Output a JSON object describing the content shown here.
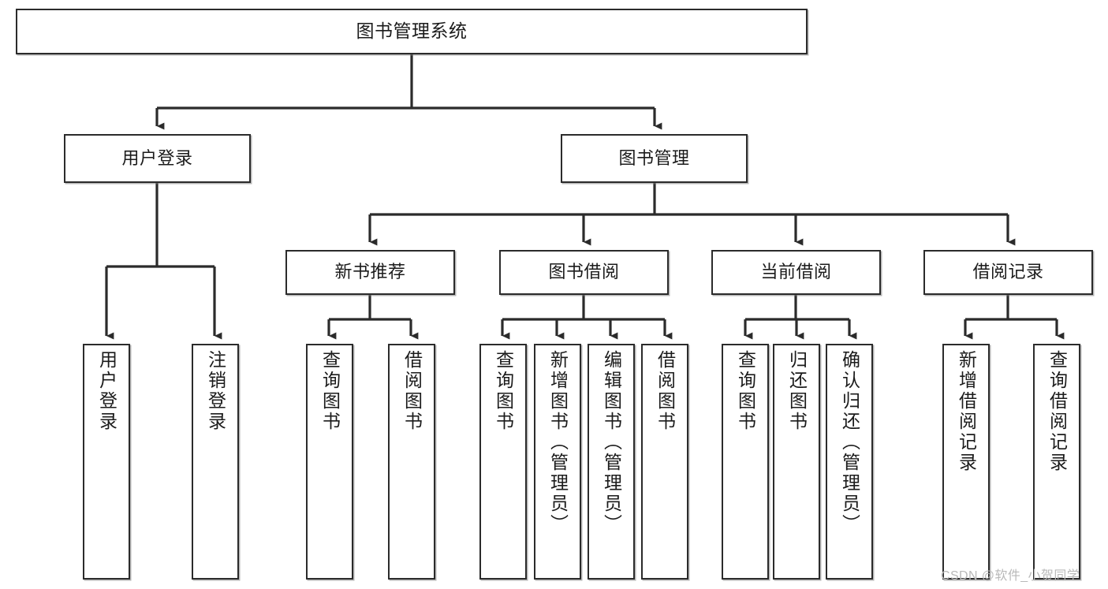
{
  "diagram": {
    "title": "图书管理系统",
    "type": "tree",
    "orientation": "top-down",
    "line_color": "#2b2b2b",
    "box_fill": "#ffffff",
    "text_color": "#1b1b1b",
    "levels": 4,
    "nodes": {
      "root": {
        "label": "图书管理系统"
      },
      "level2": [
        {
          "label": "用户登录"
        },
        {
          "label": "图书管理"
        }
      ],
      "level3": [
        {
          "label": "新书推荐"
        },
        {
          "label": "图书借阅"
        },
        {
          "label": "当前借阅"
        },
        {
          "label": "借阅记录"
        }
      ],
      "leaves": {
        "user_login": [
          {
            "label": "用户登录"
          },
          {
            "label": "注销登录"
          }
        ],
        "new_book_recommend": [
          {
            "label": "查询图书"
          },
          {
            "label": "借阅图书"
          }
        ],
        "book_borrow": [
          {
            "label": "查询图书"
          },
          {
            "label": "新增图书（管理员）"
          },
          {
            "label": "编辑图书（管理员）"
          },
          {
            "label": "借阅图书"
          }
        ],
        "current_borrow": [
          {
            "label": "查询图书"
          },
          {
            "label": "归还图书"
          },
          {
            "label": "确认归还（管理员）"
          }
        ],
        "borrow_record": [
          {
            "label": "新增借阅记录"
          },
          {
            "label": "查询借阅记录"
          }
        ]
      }
    }
  },
  "watermark": {
    "text": "CSDN @软件_小贺同学"
  }
}
